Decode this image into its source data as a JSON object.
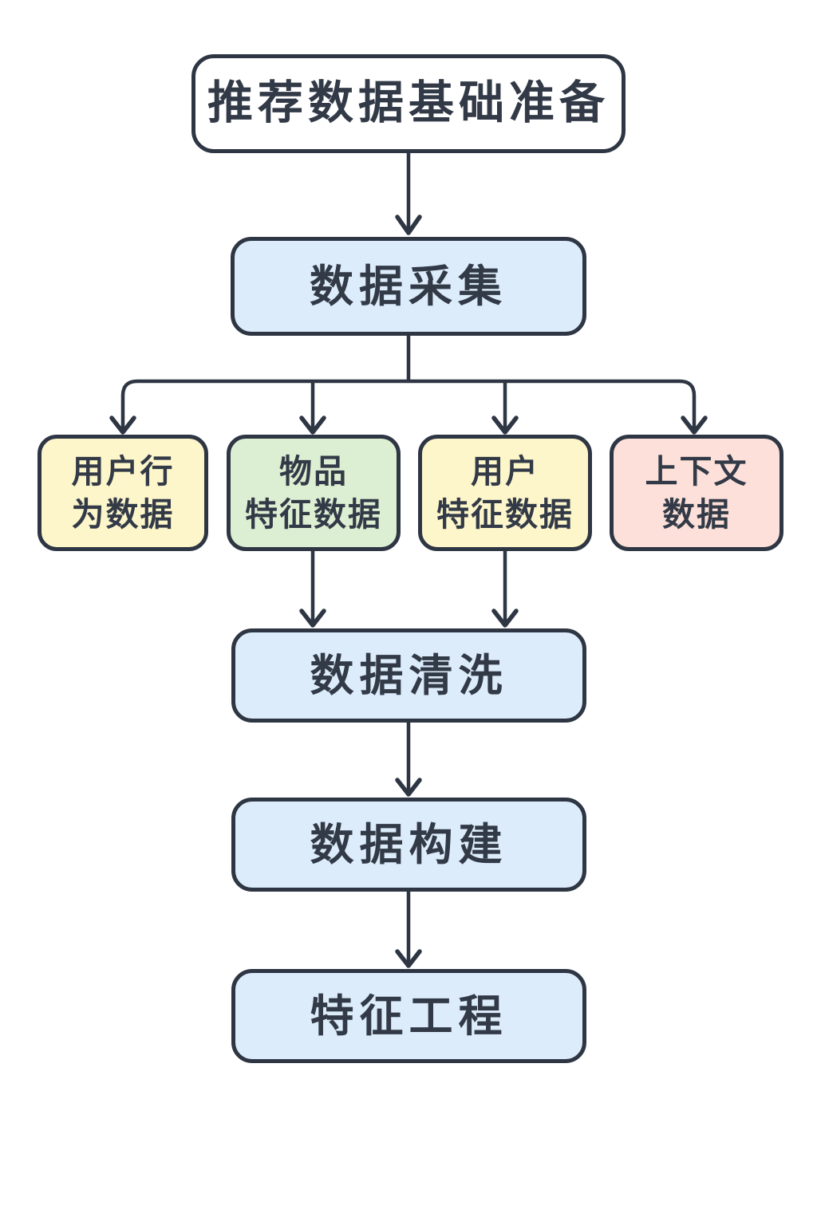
{
  "diagram": {
    "type": "flowchart",
    "background": "#ffffff",
    "line_color": "#2e3644",
    "text_color": "#333a47",
    "nodes": {
      "root": {
        "label": "推荐数据基础准备",
        "fill": "#ffffff"
      },
      "collect": {
        "label": "数据采集",
        "fill": "#dcecfa"
      },
      "user_behavior": {
        "label": "用户行\n为数据",
        "fill": "#fdf6ca"
      },
      "item_feature": {
        "label": "物品\n特征数据",
        "fill": "#ddefd2"
      },
      "user_feature": {
        "label": "用户\n特征数据",
        "fill": "#fdf6ca"
      },
      "context": {
        "label": "上下文\n数据",
        "fill": "#fce0d9"
      },
      "clean": {
        "label": "数据清洗",
        "fill": "#dcecfa"
      },
      "build": {
        "label": "数据构建",
        "fill": "#dcecfa"
      },
      "feature_eng": {
        "label": "特征工程",
        "fill": "#dcecfa"
      }
    },
    "edges": [
      {
        "from": "root",
        "to": "collect"
      },
      {
        "from": "collect",
        "to": "user_behavior"
      },
      {
        "from": "collect",
        "to": "item_feature"
      },
      {
        "from": "collect",
        "to": "user_feature"
      },
      {
        "from": "collect",
        "to": "context"
      },
      {
        "from": "item_feature",
        "to": "clean"
      },
      {
        "from": "user_feature",
        "to": "clean"
      },
      {
        "from": "clean",
        "to": "build"
      },
      {
        "from": "build",
        "to": "feature_eng"
      }
    ]
  }
}
